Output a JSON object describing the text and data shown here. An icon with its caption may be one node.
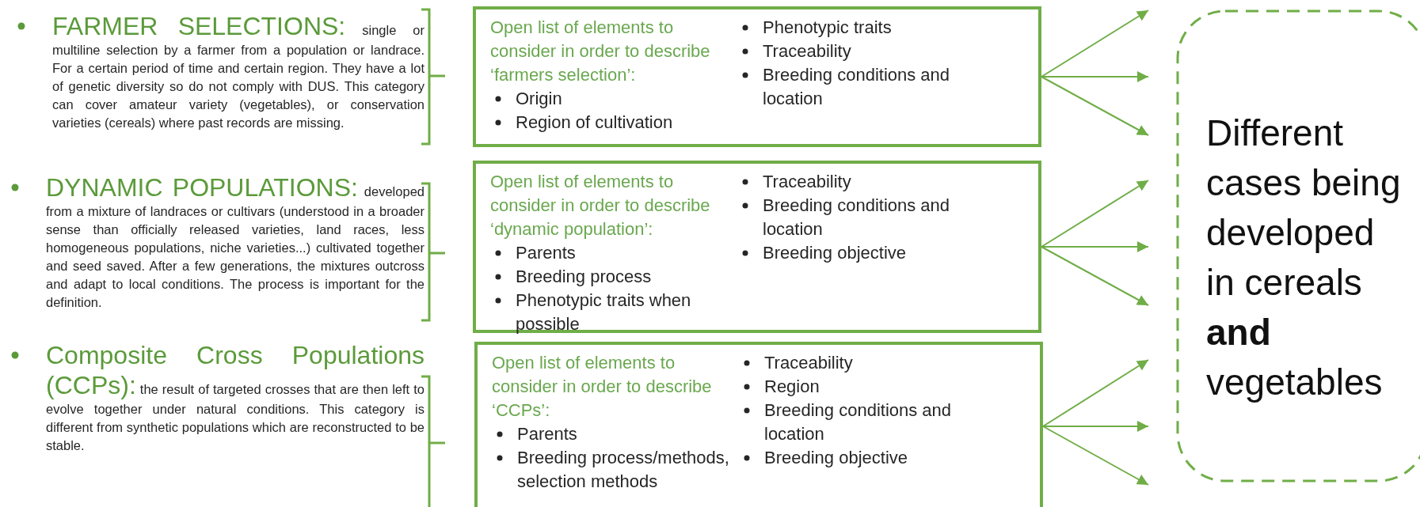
{
  "diagram": {
    "nodes": [
      {
        "text": [
          "FARMER SELECTIONS:",
          "single or multiline selection by a farmer from a population or landrace. For a certain period of time and certain region. They have a lot of genetic diversity so do not comply with DUS. This category can cover amateur variety (vegetables), or conservation varieties (cereals) where past records are missing."
        ]
      },
      {
        "text": [
          "DYNAMIC POPULATIONS:",
          "developed from a mixture of landraces or cultivars (understood in a broader sense than officially released varieties, land races, less homogeneous populations, niche varieties...) cultivated together and seed saved. After a few generations, the mixtures outcross and adapt to local conditions. The process is important for the definition."
        ]
      },
      {
        "text": [
          "Composite Cross Populations (CCPs):",
          "the result of targeted crosses that are then left to evolve together under natural conditions. This category is different from synthetic populations which are reconstructed to be stable."
        ]
      },
      {
        "text": [
          "Open list of elements to consider in order to describe ‘farmers selection’:",
          "Origin",
          "Region of cultivation",
          "Phenotypic traits",
          "Traceability",
          "Breeding conditions and location"
        ]
      },
      {
        "text": [
          "Open list of elements to consider in order to describe ‘dynamic population’:",
          "Parents",
          "Breeding process",
          "Phenotypic traits when possible",
          "Traceability",
          "Breeding conditions and location",
          "Breeding objective"
        ]
      },
      {
        "text": [
          "Open list of elements to consider in order to describe ‘CCPs’:",
          "Parents",
          "Breeding process/methods, selection methods",
          "Traceability",
          "Region",
          "Breeding conditions and location",
          "Breeding objective"
        ]
      },
      {
        "text": [
          "Different cases being developed in cereals **and** vegetables"
        ]
      }
    ],
    "edges": [
      {
        "from": 3,
        "to": null,
        "arrow": "to"
      },
      {
        "from": 3,
        "to": null,
        "arrow": "to"
      },
      {
        "from": 3,
        "to": null,
        "arrow": "to"
      },
      {
        "from": 4,
        "to": null,
        "arrow": "to"
      },
      {
        "from": 4,
        "to": null,
        "arrow": "to"
      },
      {
        "from": 4,
        "to": null,
        "arrow": "to"
      },
      {
        "from": 5,
        "to": null,
        "arrow": "to"
      },
      {
        "from": 5,
        "to": null,
        "arrow": "to"
      },
      {
        "from": 5,
        "to": null,
        "arrow": "to"
      }
    ]
  }
}
